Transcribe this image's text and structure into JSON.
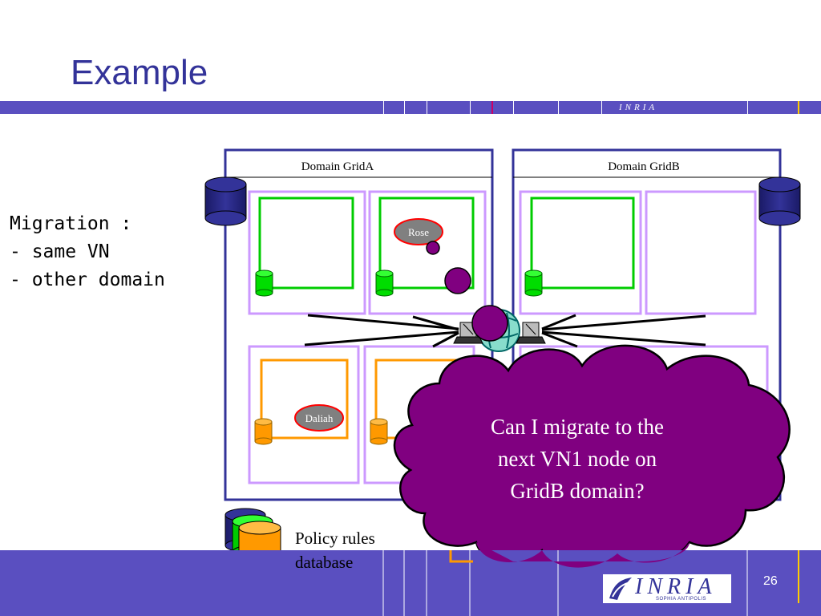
{
  "slide": {
    "title": "Example",
    "page_number": "26"
  },
  "left_text": "Migration :\n- same VN\n- other domain",
  "domains": {
    "a": "Domain GridA",
    "b": "Domain GridB"
  },
  "nodes": {
    "rose": "Rose",
    "daliah": "Daliah"
  },
  "cloud": {
    "text_line1": "Can I migrate to the",
    "text_line2": "next VN1 node on",
    "text_line3": "GridB domain?",
    "fill_color": "#800080"
  },
  "policy": {
    "line1": "Policy rules",
    "line2": "database"
  },
  "logo": {
    "text": "INRIA",
    "sub": "SOPHIA ANTIPOLIS"
  },
  "colors": {
    "band": "#5a4fc0",
    "title": "#333399",
    "green": "#00cc00",
    "orange": "#ff9900",
    "lavender": "#cc99ff",
    "db_navy": "#333399",
    "vn_purple": "#800080"
  },
  "icons": [
    "database-icon",
    "switch-icon",
    "network-globe-icon"
  ]
}
